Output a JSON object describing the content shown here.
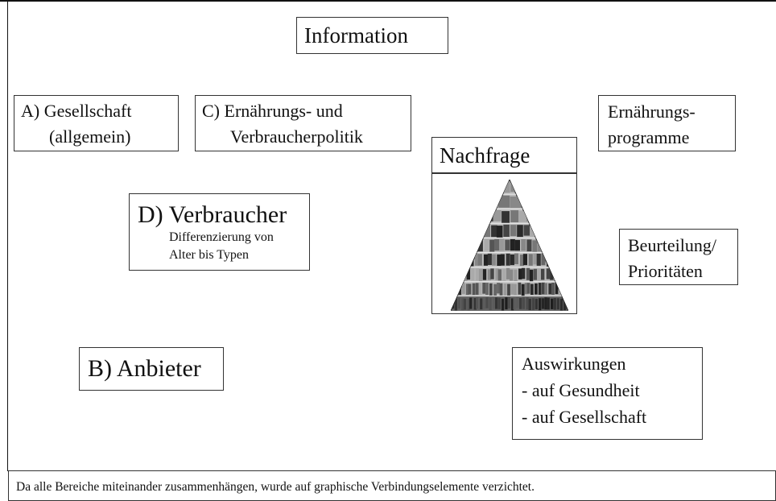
{
  "information": {
    "label": "Information"
  },
  "gesellschaft": {
    "line1": "A) Gesellschaft",
    "line2": "(allgemein)"
  },
  "politik": {
    "line1": "C) Ernährungs- und",
    "line2": "Verbraucherpolitik"
  },
  "programme": {
    "line1": "Ernährungs-",
    "line2": "programme"
  },
  "nachfrage": {
    "label": "Nachfrage"
  },
  "verbraucher": {
    "title": "D) Verbraucher",
    "line1": "Differenzierung von",
    "line2": "Alter bis Typen"
  },
  "beurteilung": {
    "line1": "Beurteilung/",
    "line2": "Prioritäten"
  },
  "anbieter": {
    "label": "B) Anbieter"
  },
  "auswirkungen": {
    "line1": "Auswirkungen",
    "line2": "-  auf Gesundheit",
    "line3": "-  auf Gesellschaft"
  },
  "footer": {
    "note": "Da alle Bereiche miteinander zusammenhängen, wurde auf graphische Verbindungselemente verzichtet."
  },
  "pyramid_image": {
    "icon": "food-pyramid-image",
    "tiers": 9
  }
}
